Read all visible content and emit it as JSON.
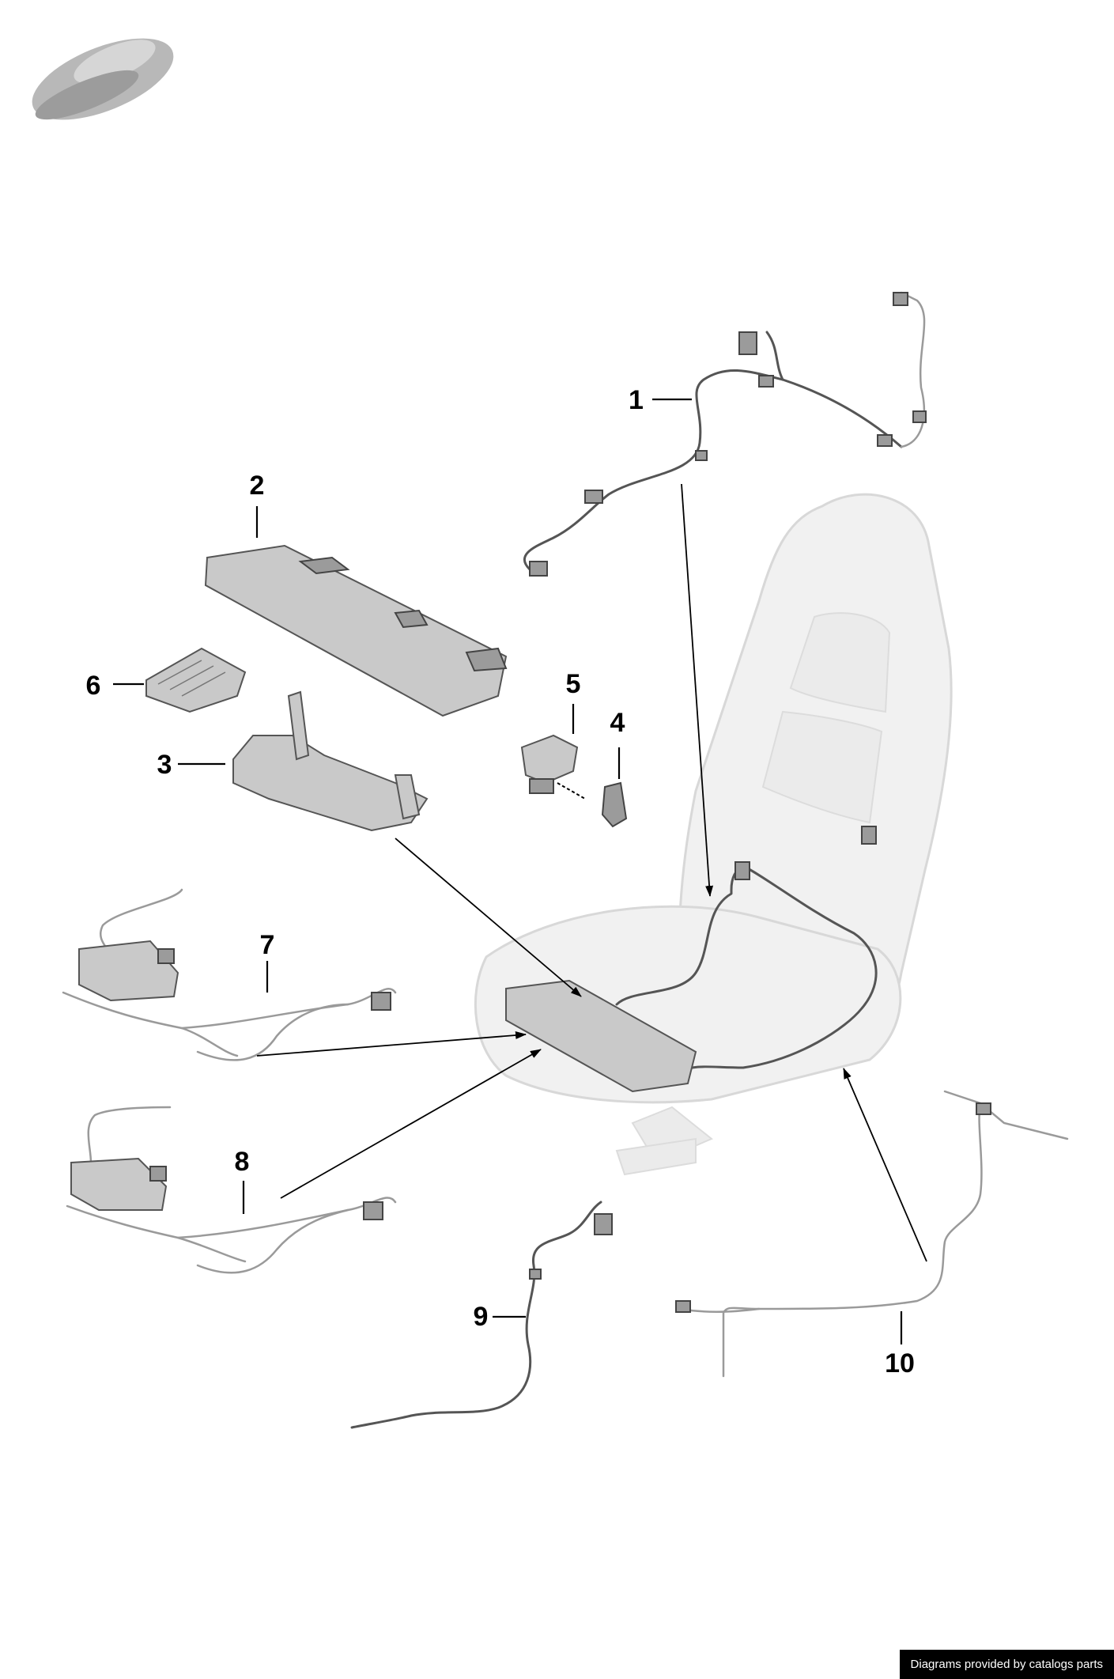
{
  "callouts": [
    "1",
    "2",
    "3",
    "4",
    "5",
    "6",
    "7",
    "8",
    "9",
    "10"
  ],
  "credit": "Diagrams provided by catalogs parts",
  "icons": {
    "vehicle": "car-silhouette-icon"
  },
  "colors": {
    "line": "#000000",
    "part": "#c9c9c9",
    "ghost_seat": "#f1f1f1",
    "credit_bg": "#000000"
  }
}
